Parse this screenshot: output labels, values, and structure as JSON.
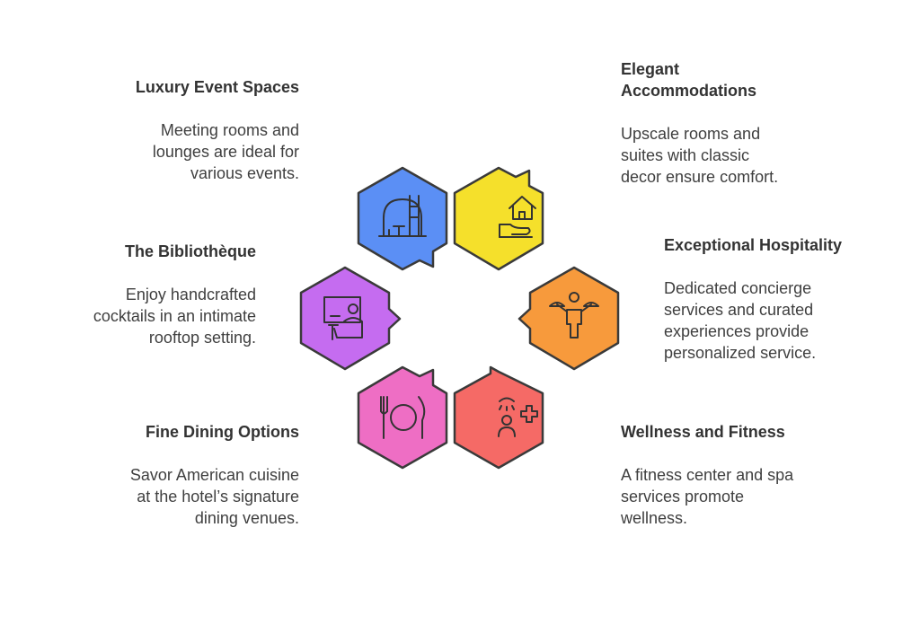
{
  "colors": {
    "outline": "#3a3a3a",
    "hex_blue": "#5b8ff5",
    "hex_yellow": "#f5e02b",
    "hex_purple": "#c56cf0",
    "hex_orange": "#f79a3c",
    "hex_pink": "#ee6ec4",
    "hex_red": "#f56a66"
  },
  "features": [
    {
      "key": "event",
      "title": "Luxury Event Spaces",
      "desc": [
        "Meeting rooms and",
        "lounges are ideal for",
        "various events."
      ],
      "icon": "event-hall-icon",
      "color": "#5b8ff5"
    },
    {
      "key": "accom",
      "title": [
        "Elegant",
        "Accommodations"
      ],
      "desc": [
        "Upscale rooms and",
        "suites with classic",
        "decor ensure comfort."
      ],
      "icon": "house-in-hand-icon",
      "color": "#f5e02b"
    },
    {
      "key": "biblio",
      "title": "The Bibliothèque",
      "desc": [
        "Enjoy handcrafted",
        "cocktails in an intimate",
        "rooftop setting."
      ],
      "icon": "lounge-presentation-icon",
      "color": "#c56cf0"
    },
    {
      "key": "hosp",
      "title": "Exceptional Hospitality",
      "desc": [
        "Dedicated concierge",
        "services and curated",
        "experiences provide",
        "personalized service."
      ],
      "icon": "concierge-person-icon",
      "color": "#f79a3c"
    },
    {
      "key": "dining",
      "title": "Fine Dining Options",
      "desc": [
        "Savor American cuisine",
        "at the hotel’s signature",
        "dining venues."
      ],
      "icon": "fork-plate-knife-icon",
      "color": "#ee6ec4"
    },
    {
      "key": "wellness",
      "title": "Wellness and Fitness",
      "desc": [
        "A fitness center and spa",
        "services promote",
        "wellness."
      ],
      "icon": "spa-health-icon",
      "color": "#f56a66"
    }
  ]
}
